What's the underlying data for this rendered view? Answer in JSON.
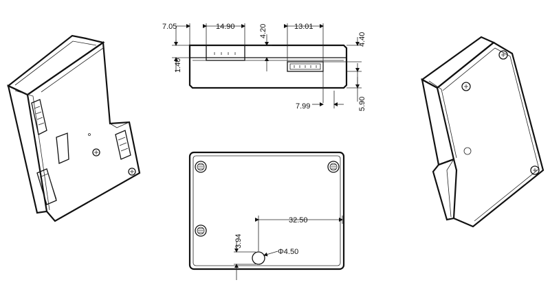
{
  "drawing": {
    "top_view": {
      "dims": {
        "d_705": "7.05",
        "d_1490": "14.90",
        "d_420": "4.20",
        "d_1301": "13.01",
        "d_440": "4.40",
        "d_140": "1.40",
        "d_799": "7.99",
        "d_590": "5.90"
      }
    },
    "bottom_view": {
      "dims": {
        "d_3250": "32.50",
        "d_394": "3.94",
        "d_dia450": "Φ4.50"
      }
    }
  }
}
